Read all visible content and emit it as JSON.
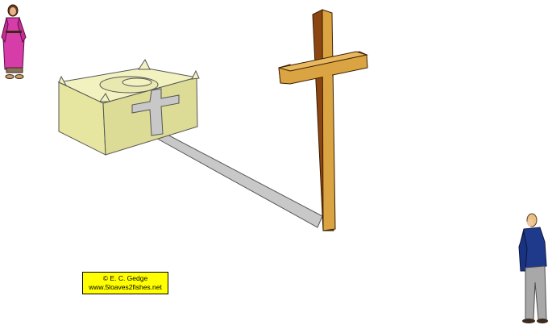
{
  "credit": {
    "copyright_symbol": "©",
    "author": "E. C. Gedge",
    "website": "www.5loaves2fishes.net"
  },
  "colors": {
    "background": "#ffffff",
    "ark_face": "#e6e6a0",
    "ark_top": "#f2f2c0",
    "ark_side": "#d2d28a",
    "shadow": "#c8c8c8",
    "cross_front": "#d9a441",
    "cross_side": "#8b4513",
    "robe": "#d63da8",
    "shirt": "#1f3a8a",
    "trousers": "#a8a8a8",
    "credit_bg": "#ffff00"
  },
  "figures": {
    "left": "priest-in-pink-robe",
    "right": "man-in-blue-shirt"
  },
  "icons": {
    "main": "wooden-cross-icon",
    "box": "ark-of-covenant-icon"
  }
}
